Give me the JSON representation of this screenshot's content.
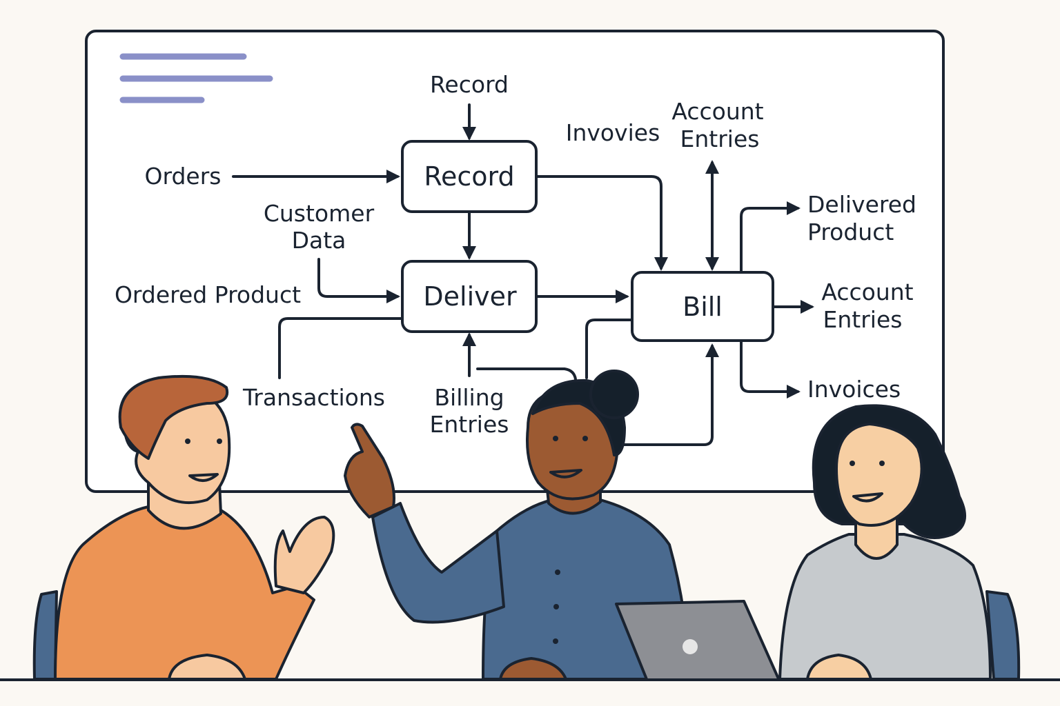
{
  "diagram": {
    "processes": {
      "record": "Record",
      "deliver": "Deliver",
      "bill": "Bill"
    },
    "flows": {
      "record_input": "Record",
      "orders": "Orders",
      "customer_data": [
        "Customer",
        "Data"
      ],
      "ordered_product": "Ordered Product",
      "transactions": "Transactions",
      "billing_entries": [
        "Billing",
        "Entries"
      ],
      "invovies": "Invovies",
      "account_entries_top": [
        "Account",
        "Entries"
      ],
      "delivered_product": [
        "Delivered",
        "Product"
      ],
      "account_entries_right": [
        "Account",
        "Entries"
      ],
      "invoices": "Invoices"
    }
  },
  "colors": {
    "background": "#fbf8f3",
    "ink": "#1a2330",
    "header_lines": "#8a90c8",
    "orange_sweater": "#ec9455",
    "blue_shirt": "#4a6a8f",
    "gray_top": "#c6cacd"
  }
}
